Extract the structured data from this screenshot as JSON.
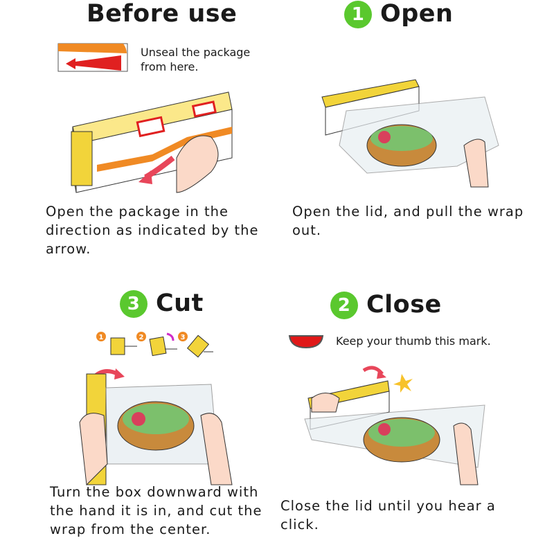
{
  "before_use": {
    "title": "Before use",
    "note": "Unseal the package from here.",
    "caption": "Open the package in the direction as indicated by the arrow."
  },
  "open": {
    "number": "1",
    "title": "Open",
    "caption": "Open the lid, and pull the wrap out."
  },
  "cut": {
    "number": "3",
    "title": "Cut",
    "substeps": [
      "1",
      "2",
      "3"
    ],
    "caption": "Turn the box downward with the hand it is in, and cut the wrap from the center."
  },
  "close": {
    "number": "2",
    "title": "Close",
    "note": "Keep your thumb this mark.",
    "caption": "Close the lid until you hear a click."
  },
  "colors": {
    "step_green": "#5ac82e",
    "box_yellow": "#f2d43a",
    "arrow_red": "#e8465a",
    "seal_orange": "#f08a24"
  }
}
